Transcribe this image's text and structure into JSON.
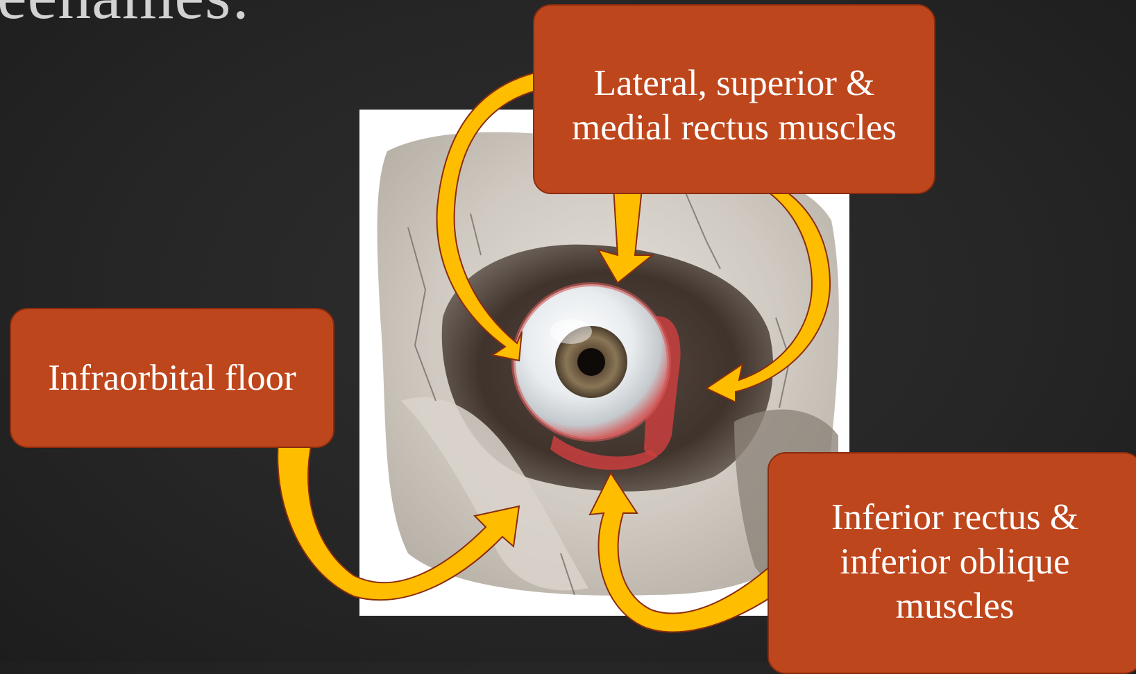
{
  "slide": {
    "title": "eenames:"
  },
  "image": {
    "subject": "orbit-with-eyeball-illustration"
  },
  "callouts": {
    "top": "Lateral, superior &\nmedial rectus muscles",
    "left": "Infraorbital floor",
    "bottom": "Inferior rectus &\ninferior oblique\nmuscles"
  },
  "colors": {
    "background": "#262626",
    "callout_fill": "#be461c",
    "callout_border": "#8a2c0e",
    "arrow_fill": "#ffbd00",
    "arrow_shade": "#c99800",
    "arrow_outline": "#8a2c0e",
    "text": "#ffffff"
  }
}
